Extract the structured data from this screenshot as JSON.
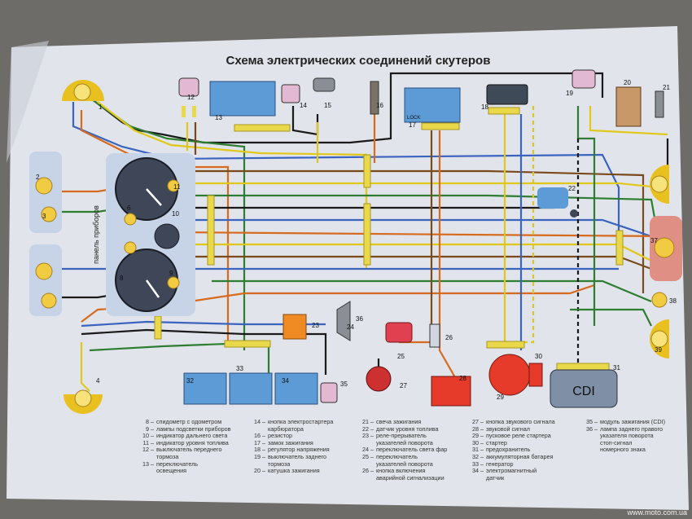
{
  "title": "Схема электрических соединений скутеров",
  "panel_label": "панель приборов",
  "cdi_label": "CDI",
  "lock_label": "LOCK",
  "watermark": "www.moto.com.ua",
  "colors": {
    "paper": "#dfe3e8",
    "yellow": "#e8d84a",
    "blue": "#3a5fb0",
    "bulb": "#f1cc42"
  },
  "component_numbers": [
    "1",
    "2",
    "3",
    "4",
    "6",
    "8",
    "9",
    "10",
    "11",
    "12",
    "13",
    "14",
    "15",
    "16",
    "17",
    "18",
    "19",
    "20",
    "21",
    "22",
    "23",
    "24",
    "25",
    "26",
    "27",
    "28",
    "29",
    "30",
    "31",
    "32",
    "33",
    "34",
    "35",
    "36",
    "37",
    "38",
    "39"
  ],
  "legend": [
    {
      "n": "8 –",
      "t": "спидометр с одометром"
    },
    {
      "n": "9 –",
      "t": "лампы подсветки приборов"
    },
    {
      "n": "10 –",
      "t": "индикатор дальнего света"
    },
    {
      "n": "11 –",
      "t": "индикатор уровня топлива"
    },
    {
      "n": "12 –",
      "t": "выключатель переднего"
    },
    {
      "n": "",
      "t": "тормоза"
    },
    {
      "n": "13 –",
      "t": "переключатель"
    },
    {
      "n": "",
      "t": "освещения"
    },
    {
      "n": "14 –",
      "t": "кнопка электростартера"
    },
    {
      "n": "",
      "t": "карбюратора"
    },
    {
      "n": "16 –",
      "t": "резистор"
    },
    {
      "n": "17 –",
      "t": "замок зажигания"
    },
    {
      "n": "18 –",
      "t": "регулятор напряжения"
    },
    {
      "n": "19 –",
      "t": "выключатель заднего"
    },
    {
      "n": "",
      "t": "тормоза"
    },
    {
      "n": "20 –",
      "t": "катушка зажигания"
    },
    {
      "n": "21 –",
      "t": "свеча зажигания"
    },
    {
      "n": "22 –",
      "t": "датчик уровня топлива"
    },
    {
      "n": "23 –",
      "t": "реле-прерыватель"
    },
    {
      "n": "",
      "t": "указателей поворота"
    },
    {
      "n": "24 –",
      "t": "переключатель света фар"
    },
    {
      "n": "25 –",
      "t": "переключатель"
    },
    {
      "n": "",
      "t": "указателей поворота"
    },
    {
      "n": "26 –",
      "t": "кнопка включения"
    },
    {
      "n": "",
      "t": "аварийной сигнализации"
    },
    {
      "n": "27 –",
      "t": "кнопка звукового сигнала"
    },
    {
      "n": "28 –",
      "t": "звуковой сигнал"
    },
    {
      "n": "29 –",
      "t": "пусковое реле стартера"
    },
    {
      "n": "30 –",
      "t": "стартер"
    },
    {
      "n": "31 –",
      "t": "предохранитель"
    },
    {
      "n": "32 –",
      "t": "аккумуляторная батарея"
    },
    {
      "n": "33 –",
      "t": "генератор"
    },
    {
      "n": "34 –",
      "t": "электромагнитный"
    },
    {
      "n": "",
      "t": "датчик"
    },
    {
      "n": "35 –",
      "t": "модуль зажигания (CDI)"
    },
    {
      "n": "36 –",
      "t": "лампа заднего правого"
    },
    {
      "n": "",
      "t": "указателя поворота"
    },
    {
      "n": "",
      "t": "стоп-сигнал"
    },
    {
      "n": "",
      "t": "номерного знака"
    }
  ]
}
